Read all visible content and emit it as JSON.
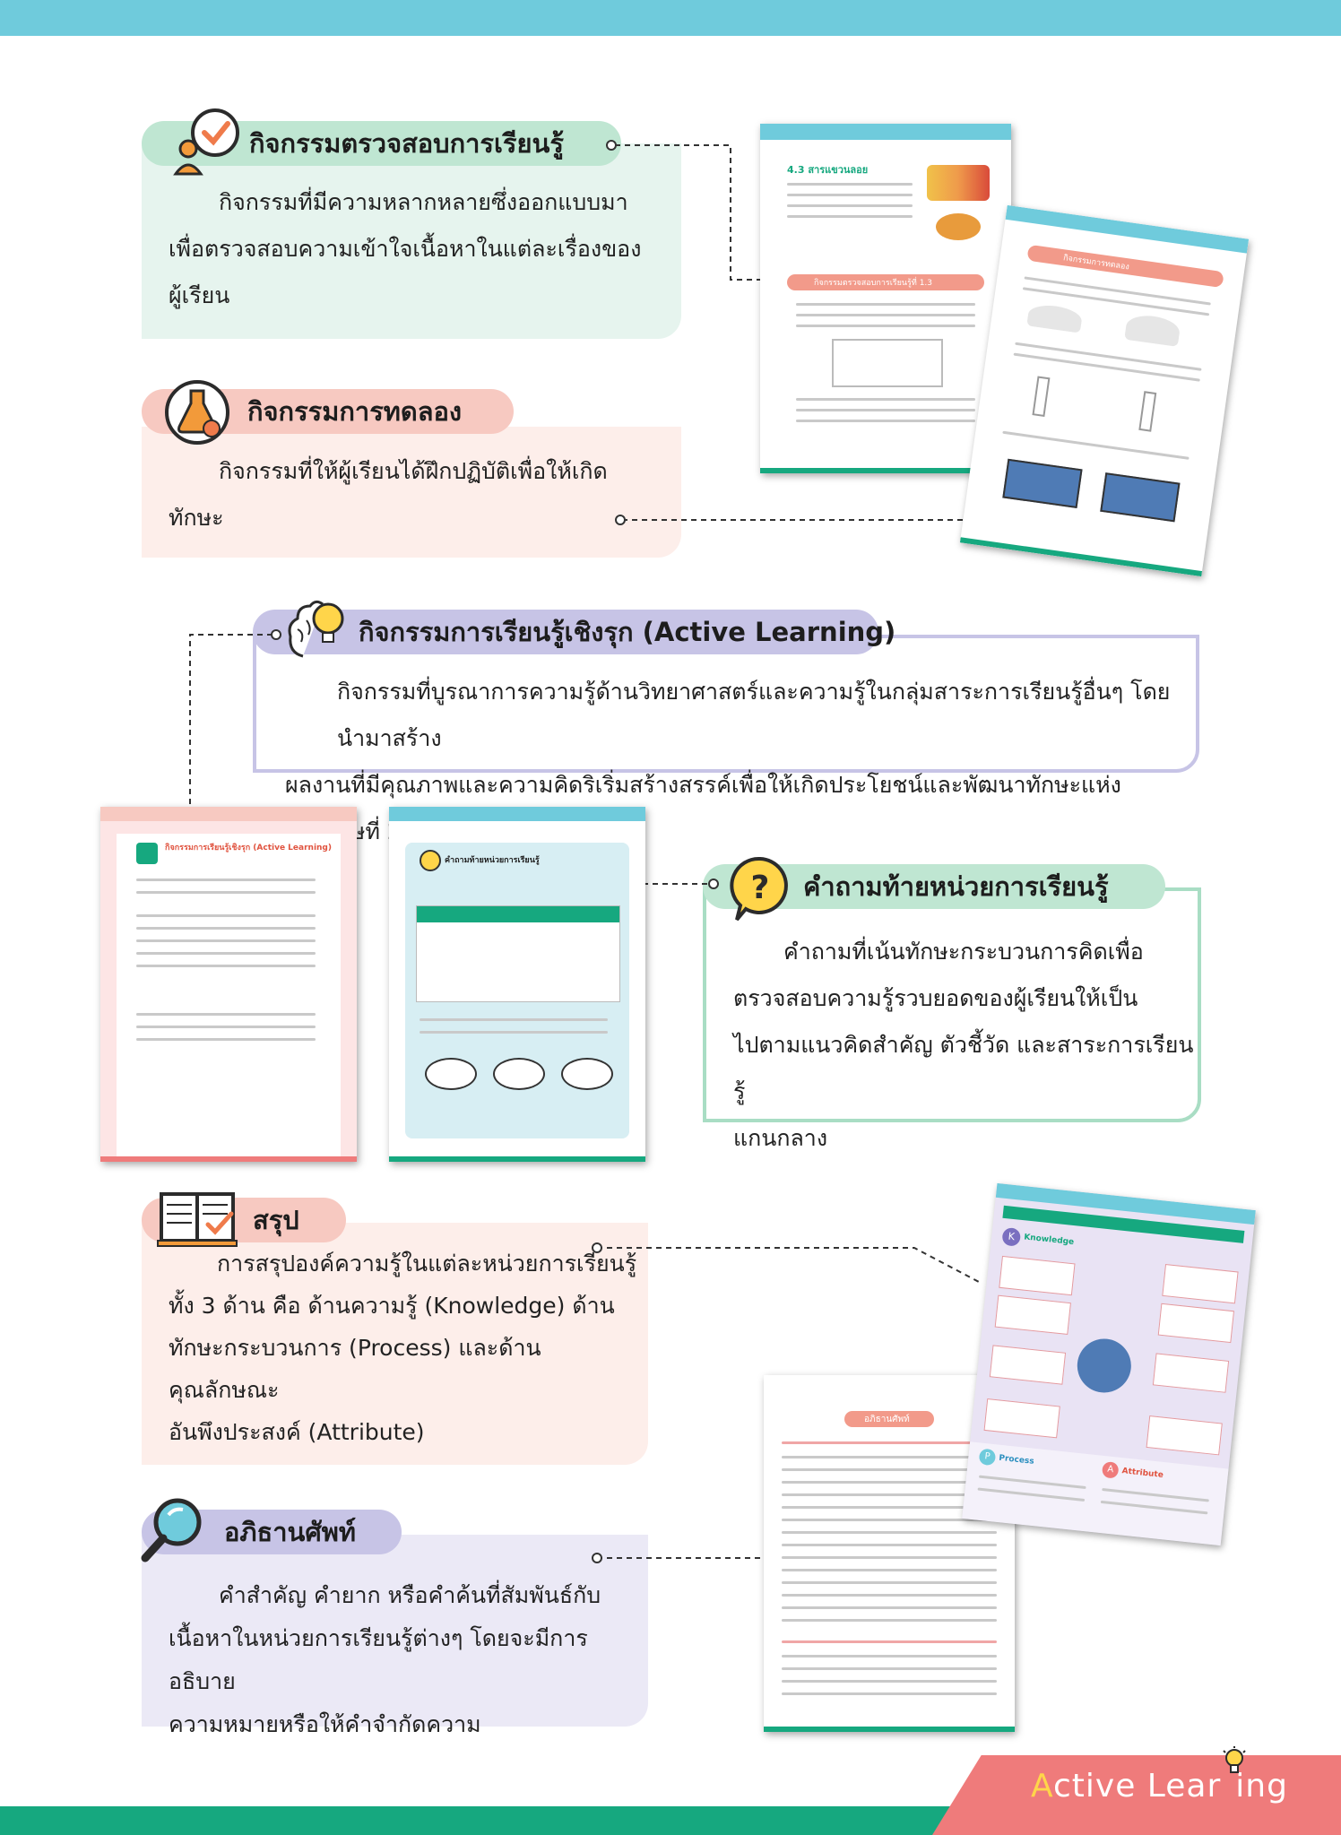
{
  "sections": {
    "check": {
      "title": "กิจกรรมตรวจสอบการเรียนรู้",
      "lines": [
        "กิจกรรมที่มีความหลากหลายซึ่งออกแบบมา",
        "เพื่อตรวจสอบความเข้าใจเนื้อหาในแต่ละเรื่องของ",
        "ผู้เรียน"
      ]
    },
    "experiment": {
      "title": "กิจกรรมการทดลอง",
      "lines": [
        "กิจกรรมที่ให้ผู้เรียนได้ฝึกปฏิบัติเพื่อให้เกิด",
        "ทักษะ"
      ]
    },
    "active": {
      "title": "กิจกรรมการเรียนรู้เชิงรุก (Active Learning)",
      "lines": [
        "กิจกรรมที่บูรณาการความรู้ด้านวิทยาศาสตร์และความรู้ในกลุ่มสาระการเรียนรู้อื่นๆ โดยนำมาสร้าง",
        "ผลงานที่มีคุณภาพและความคิดริเริ่มสร้างสรรค์เพื่อให้เกิดประโยชน์และพัฒนาทักษะแห่งศตวรรษที่ 21"
      ]
    },
    "questions": {
      "title": "คำถามท้ายหน่วยการเรียนรู้",
      "lines": [
        "คำถามที่เน้นทักษะกระบวนการคิดเพื่อ",
        "ตรวจสอบความรู้รวบยอดของผู้เรียนให้เป็น",
        "ไปตามแนวคิดสำคัญ ตัวชี้วัด และสาระการเรียนรู้",
        "แกนกลาง"
      ]
    },
    "summary": {
      "title": "สรุป",
      "lines": [
        "การสรุปองค์ความรู้ในแต่ละหน่วยการเรียนรู้",
        "ทั้ง 3 ด้าน คือ ด้านความรู้ (Knowledge) ด้าน",
        "ทักษะกระบวนการ (Process) และด้านคุณลักษณะ",
        "อันพึงประสงค์ (Attribute)"
      ]
    },
    "glossary": {
      "title": "อภิธานศัพท์",
      "lines": [
        "คำสำคัญ คำยาก หรือคำค้นที่สัมพันธ์กับ",
        "เนื้อหาในหน่วยการเรียนรู้ต่างๆ โดยจะมีการอธิบาย",
        "ความหมายหรือให้คำจำกัดความ"
      ]
    }
  },
  "thumbnails": {
    "check_page": {
      "heading": "4.3 สารแขวนลอย",
      "box": "กิจกรรมตรวจสอบการเรียนรู้ที่ 1.3"
    },
    "experiment_page": {
      "box": "กิจกรรมการทดลอง"
    },
    "active_page": {
      "box": "กิจกรรมการเรียนรู้เชิงรุก (Active Learning)"
    },
    "question_page": {
      "box": "คำถามท้ายหน่วยการเรียนรู้"
    },
    "summary_page": {
      "k": "Knowledge",
      "p": "Process",
      "a": "Attribute"
    },
    "glossary_page": {
      "box": "อภิธานศัพท์"
    }
  },
  "brand": {
    "a": "A",
    "rest1": "ctive Lear",
    "rest2": "ing"
  },
  "colors": {
    "teal": "#6fcbdc",
    "green": "#16a87f",
    "pink": "#ef7b7b",
    "lavender": "#c7c4e6",
    "mint": "#d9efe4"
  }
}
